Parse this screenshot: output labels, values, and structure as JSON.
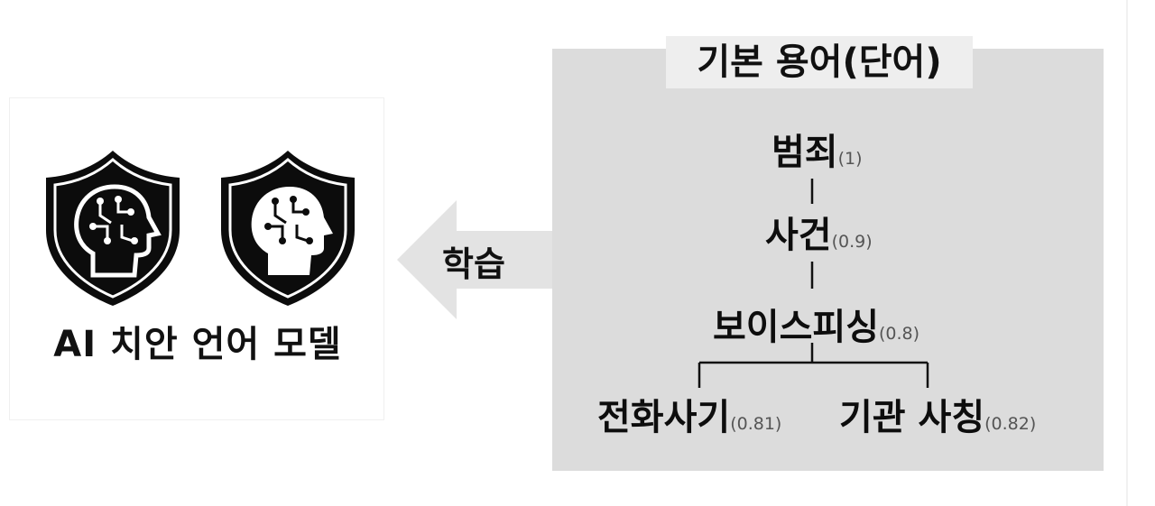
{
  "model": {
    "title": "AI 치안 언어 모델",
    "icons": [
      "shield-brain-dark-icon",
      "shield-brain-light-icon"
    ]
  },
  "arrow": {
    "label": "학습",
    "direction": "left",
    "color": "#e3e3e3"
  },
  "terms_panel": {
    "title": "기본 용어(단어)",
    "background": "#dcdcdc",
    "terms": [
      {
        "word": "범죄",
        "score": "(1)"
      },
      {
        "word": "사건",
        "score": "(0.9)"
      },
      {
        "word": "보이스피싱",
        "score": "(0.8)"
      },
      {
        "word": "전화사기",
        "score": "(0.81)"
      },
      {
        "word": "기관 사칭",
        "score": "(0.82)"
      }
    ]
  }
}
